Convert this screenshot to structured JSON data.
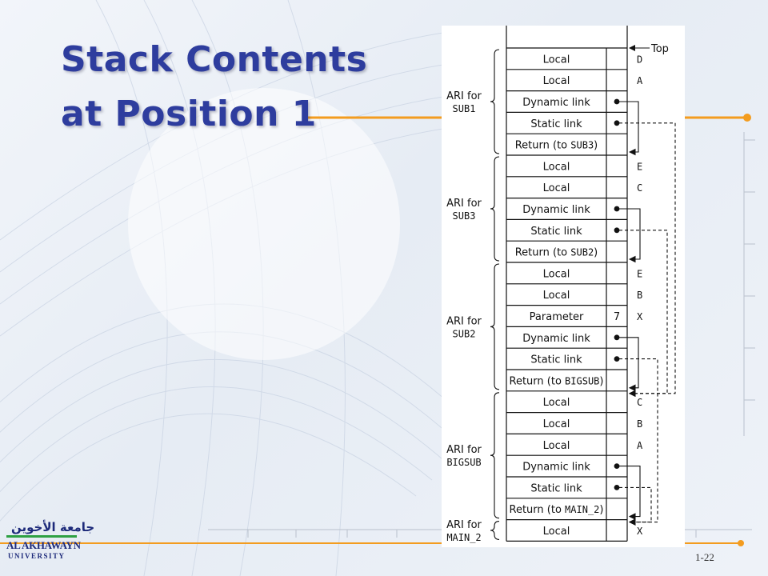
{
  "slide": {
    "title_line1": "Stack Contents",
    "title_line2": "at Position 1",
    "page_number": "1-22"
  },
  "logo": {
    "arabic": "جامعة الأخوين",
    "name": "AL AKHAWAYN",
    "sub": "UNIVERSITY"
  },
  "diagram": {
    "top_label": "Top",
    "cells": [
      {
        "text": "Local",
        "var": "D"
      },
      {
        "text": "Local",
        "var": "A"
      },
      {
        "text": "Dynamic link",
        "var": "",
        "dot": true
      },
      {
        "text": "Static link",
        "var": "",
        "dot": true
      },
      {
        "text": "Return (to ",
        "code": "SUB3",
        "tail": ")",
        "var": ""
      },
      {
        "text": "Local",
        "var": "E"
      },
      {
        "text": "Local",
        "var": "C"
      },
      {
        "text": "Dynamic link",
        "var": "",
        "dot": true
      },
      {
        "text": "Static link",
        "var": "",
        "dot": true
      },
      {
        "text": "Return (to ",
        "code": "SUB2",
        "tail": ")",
        "var": ""
      },
      {
        "text": "Local",
        "var": "E"
      },
      {
        "text": "Local",
        "var": "B"
      },
      {
        "text": "Parameter",
        "value": "7",
        "var": "X"
      },
      {
        "text": "Dynamic link",
        "var": "",
        "dot": true
      },
      {
        "text": "Static link",
        "var": "",
        "dot": true
      },
      {
        "text": "Return (to ",
        "code": "BIGSUB",
        "tail": ")",
        "var": ""
      },
      {
        "text": "Local",
        "var": "C"
      },
      {
        "text": "Local",
        "var": "B"
      },
      {
        "text": "Local",
        "var": "A"
      },
      {
        "text": "Dynamic link",
        "var": "",
        "dot": true
      },
      {
        "text": "Static link",
        "var": "",
        "dot": true
      },
      {
        "text": "Return (to ",
        "code": "MAIN_2",
        "tail": ")",
        "var": ""
      },
      {
        "text": "Local",
        "var": "X"
      }
    ],
    "groups": [
      {
        "label": "ARI for",
        "name": "SUB1",
        "first": 0,
        "last": 4
      },
      {
        "label": "ARI for",
        "name": "SUB3",
        "first": 5,
        "last": 9
      },
      {
        "label": "ARI for",
        "name": "SUB2",
        "first": 10,
        "last": 15
      },
      {
        "label": "ARI for",
        "name": "BIGSUB",
        "first": 16,
        "last": 21
      },
      {
        "label": "ARI for",
        "name": "MAIN_2",
        "first": 22,
        "last": 22
      }
    ],
    "dynamic_links": [
      {
        "from": 2,
        "to": 5
      },
      {
        "from": 7,
        "to": 10
      },
      {
        "from": 13,
        "to": 16
      },
      {
        "from": 19,
        "to": 22
      }
    ],
    "static_links": [
      {
        "from": 3,
        "to": 16
      },
      {
        "from": 8,
        "to": 16
      },
      {
        "from": 14,
        "to": 22
      },
      {
        "from": 20,
        "to": 22
      }
    ]
  }
}
